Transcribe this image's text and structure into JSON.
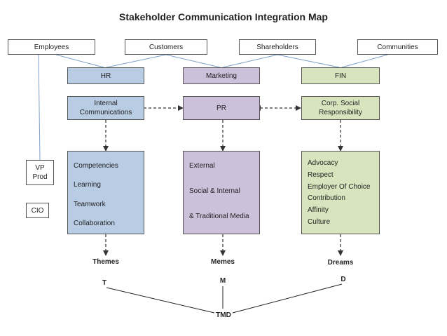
{
  "title": "Stakeholder Communication Integration Map",
  "stakeholders": {
    "employees": "Employees",
    "customers": "Customers",
    "shareholders": "Shareholders",
    "communities": "Communities"
  },
  "departments": {
    "hr": "HR",
    "marketing": "Marketing",
    "fin": "FIN"
  },
  "functions": {
    "internal_comms": "Internal\nCommunications",
    "pr": "PR",
    "csr": "Corp. Social\nResponsibility"
  },
  "side_boxes": {
    "vp_prod": "VP\nProd",
    "cio": "CIO"
  },
  "columns": {
    "internal": [
      "Competencies",
      "Learning",
      "Teamwork",
      "Collaboration"
    ],
    "external": [
      "External",
      "Social & Internal",
      "& Traditional Media"
    ],
    "csr": [
      "Advocacy",
      "Respect",
      "Employer Of Choice",
      "Contribution",
      "Affinity",
      "Culture"
    ]
  },
  "outputs": {
    "themes": "Themes",
    "memes": "Memes",
    "dreams": "Dreams"
  },
  "letters": {
    "t": "T",
    "m": "M",
    "d": "D",
    "tmd": "TMD"
  },
  "colors": {
    "hr_column": "#b8cce4",
    "marketing_column": "#ccc0da",
    "fin_column": "#d7e4bd",
    "line_blue": "#7f9fc8",
    "line_dark": "#333333"
  }
}
